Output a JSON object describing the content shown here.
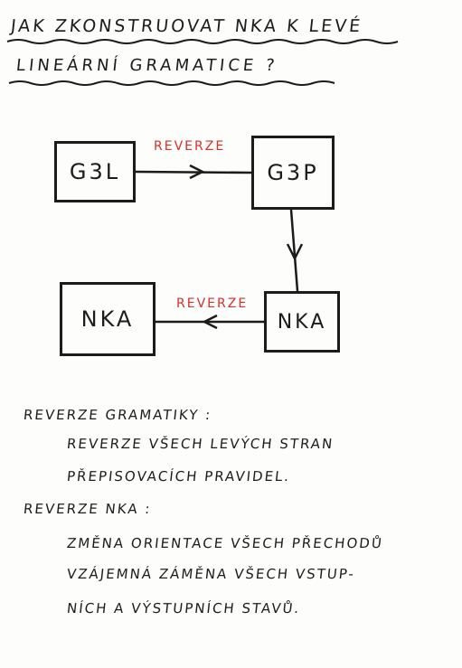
{
  "title": {
    "line1": "JAK ZKONSTRUOVAT NKA K LEVÉ",
    "line2": "LINEÁRNÍ GRAMATICE ?"
  },
  "diagram": {
    "nodes": {
      "g3l": "G3L",
      "g3p": "G3P",
      "nka_right": "NKA",
      "nka_left": "NKA"
    },
    "edges": {
      "top_label": "REVERZE",
      "bottom_label": "REVERZE"
    },
    "colors": {
      "ink": "#1c1c1c",
      "accent": "#d9302c"
    }
  },
  "notes": {
    "heading1": "REVERZE GRAMATIKY :",
    "line1": "REVERZE VŠECH LEVÝCH STRAN",
    "line2": "PŘEPISOVACÍCH PRAVIDEL.",
    "heading2": "REVERZE NKA :",
    "line3": "ZMĚNA ORIENTACE VŠECH PŘECHODŮ",
    "line4": "VZÁJEMNÁ ZÁMĚNA VŠECH VSTUP-",
    "line5": "NÍCH A VÝSTUPNÍCH STAVŮ."
  }
}
